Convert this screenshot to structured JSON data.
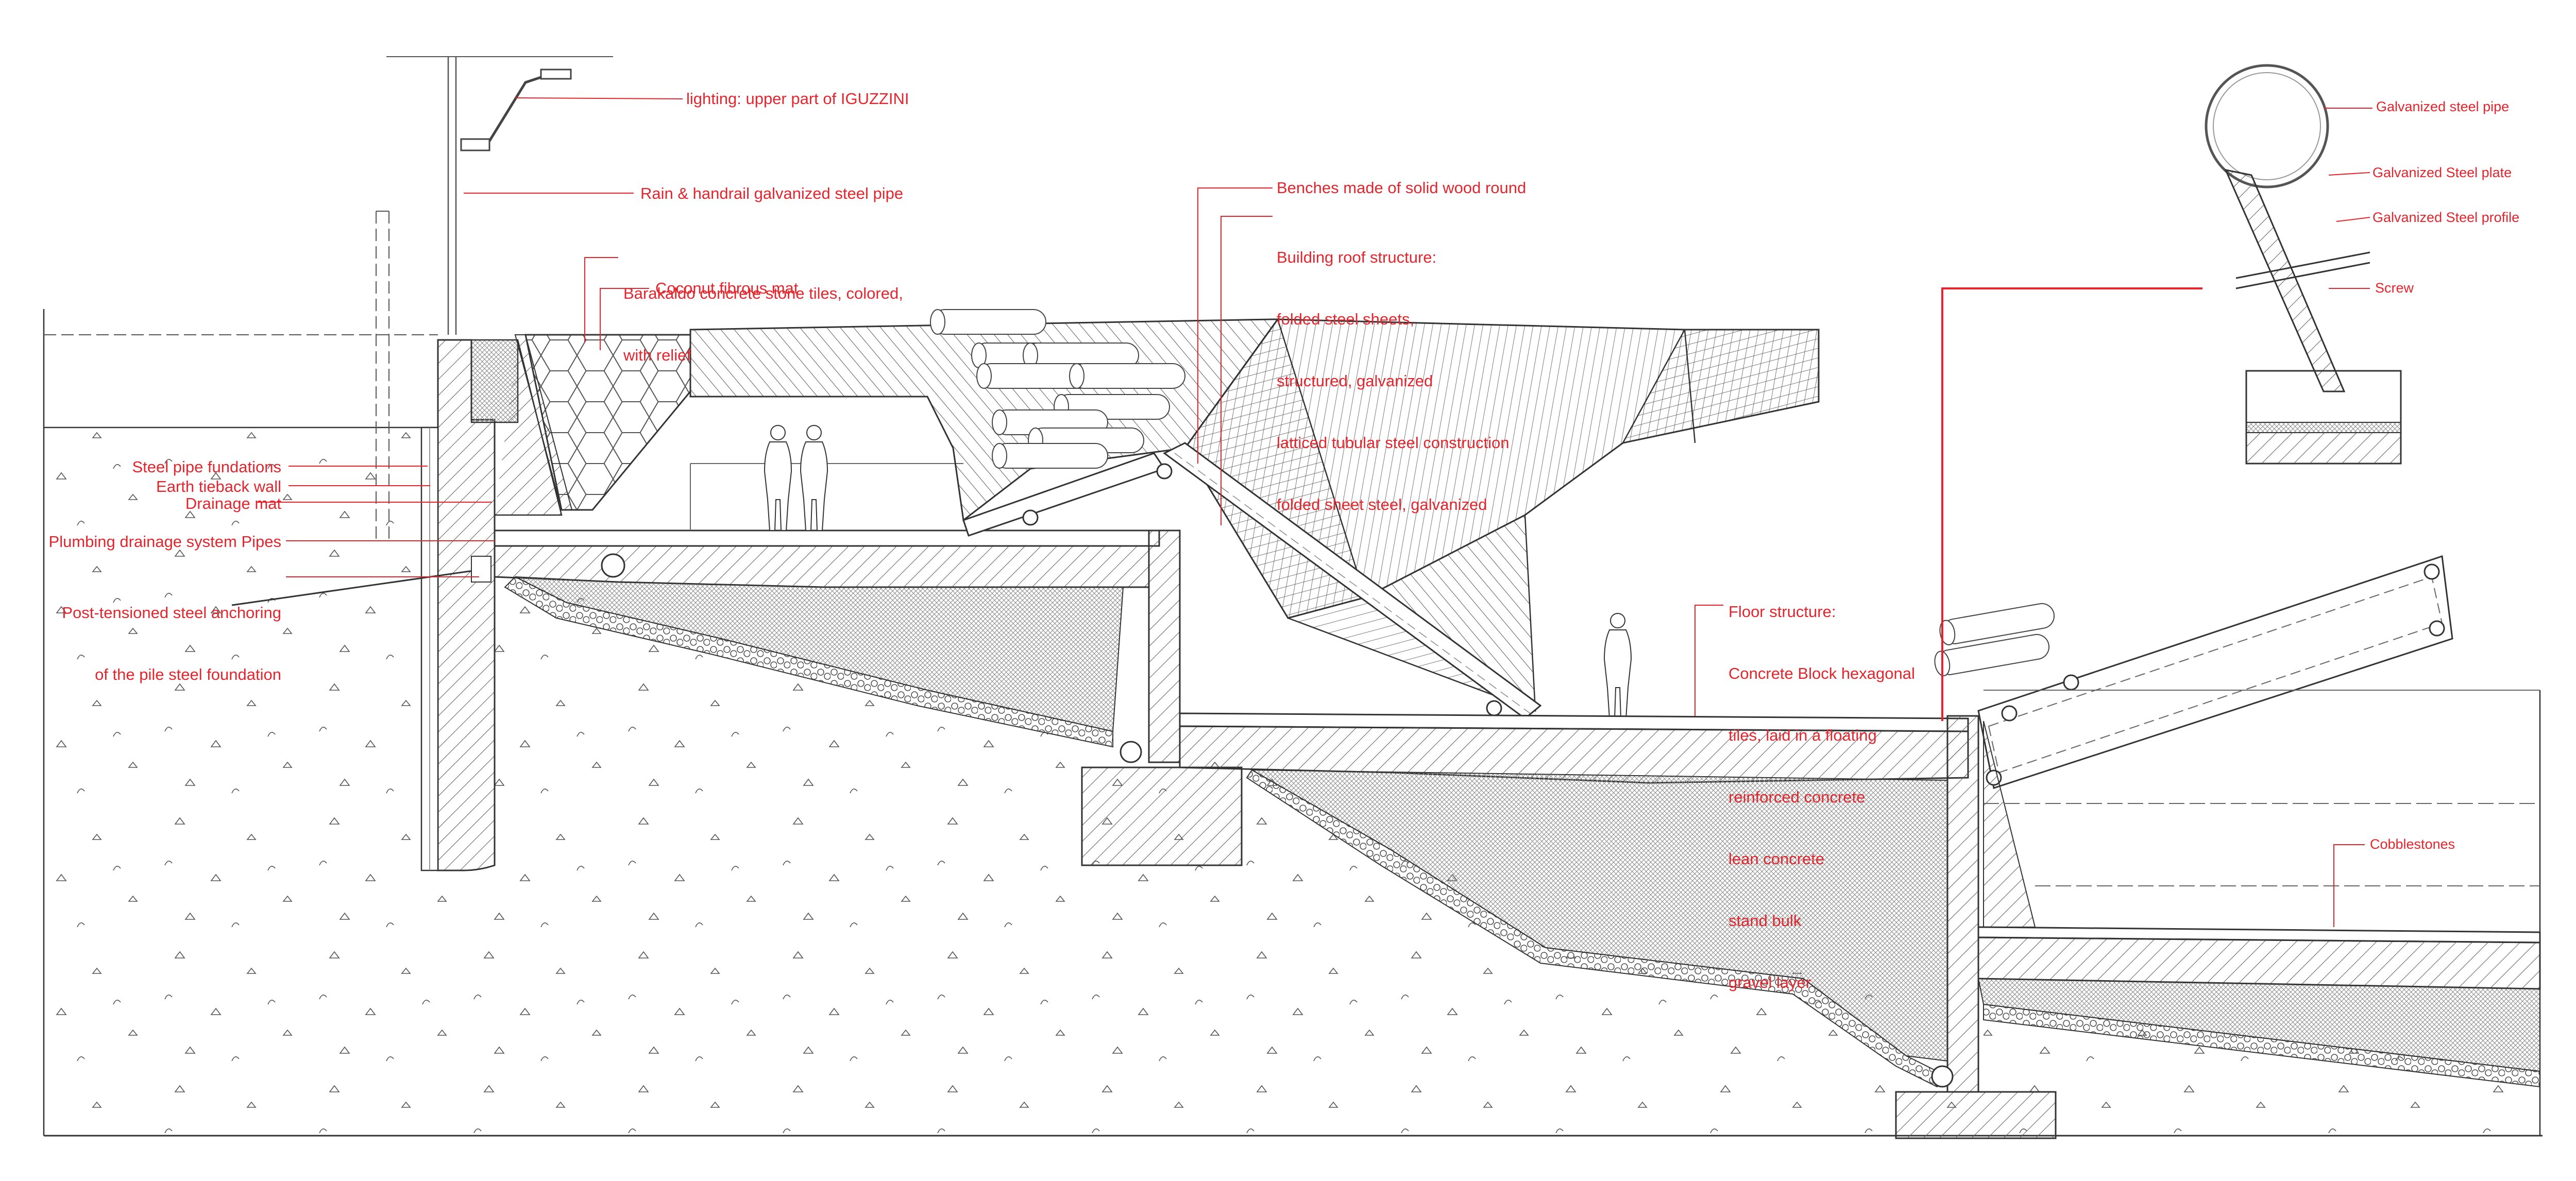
{
  "labels": {
    "lighting": "lighting: upper part of IGUZZINI",
    "handrail": "Rain & handrail galvanized steel pipe",
    "barakaldo": [
      "Barakaldo concrete stone tiles, colored,",
      "with relief"
    ],
    "coconut": "Coconut fibrous mat",
    "benches": "Benches made of solid wood round",
    "roof": [
      "Building roof structure:",
      "folded steel sheets,",
      "structured, galvanized",
      "latticed tubular steel construction",
      "folded sheet steel, galvanized"
    ],
    "steel_pipe_foundations": "Steel pipe fundations",
    "earth_tieback": "Earth tieback wall",
    "drainage_mat": "Drainage mat",
    "plumbing": "Plumbing drainage system Pipes",
    "post_tensioned": [
      "Post-tensioned steel anchoring",
      "of the pile steel foundation"
    ],
    "floor": [
      "Floor structure:",
      "Concrete Block hexagonal",
      "tiles, laid in a floating",
      "reinforced concrete",
      "lean concrete",
      "stand bulk",
      "gravel layer"
    ],
    "galv_pipe": "Galvanized steel pipe",
    "galv_plate": "Galvanized Steel plate",
    "galv_profile": "Galvanized Steel profile",
    "screw": "Screw",
    "cobblestones": "Cobblestones"
  },
  "icons": {
    "hatch": "diagonal-hatch",
    "gravel": "gravel-circles",
    "soil": "soil-triangles",
    "person": "person-silhouette"
  },
  "colors": {
    "annotation": "#e3262e",
    "line": "#3a3a3a",
    "hatch": "#5a5a5a"
  }
}
